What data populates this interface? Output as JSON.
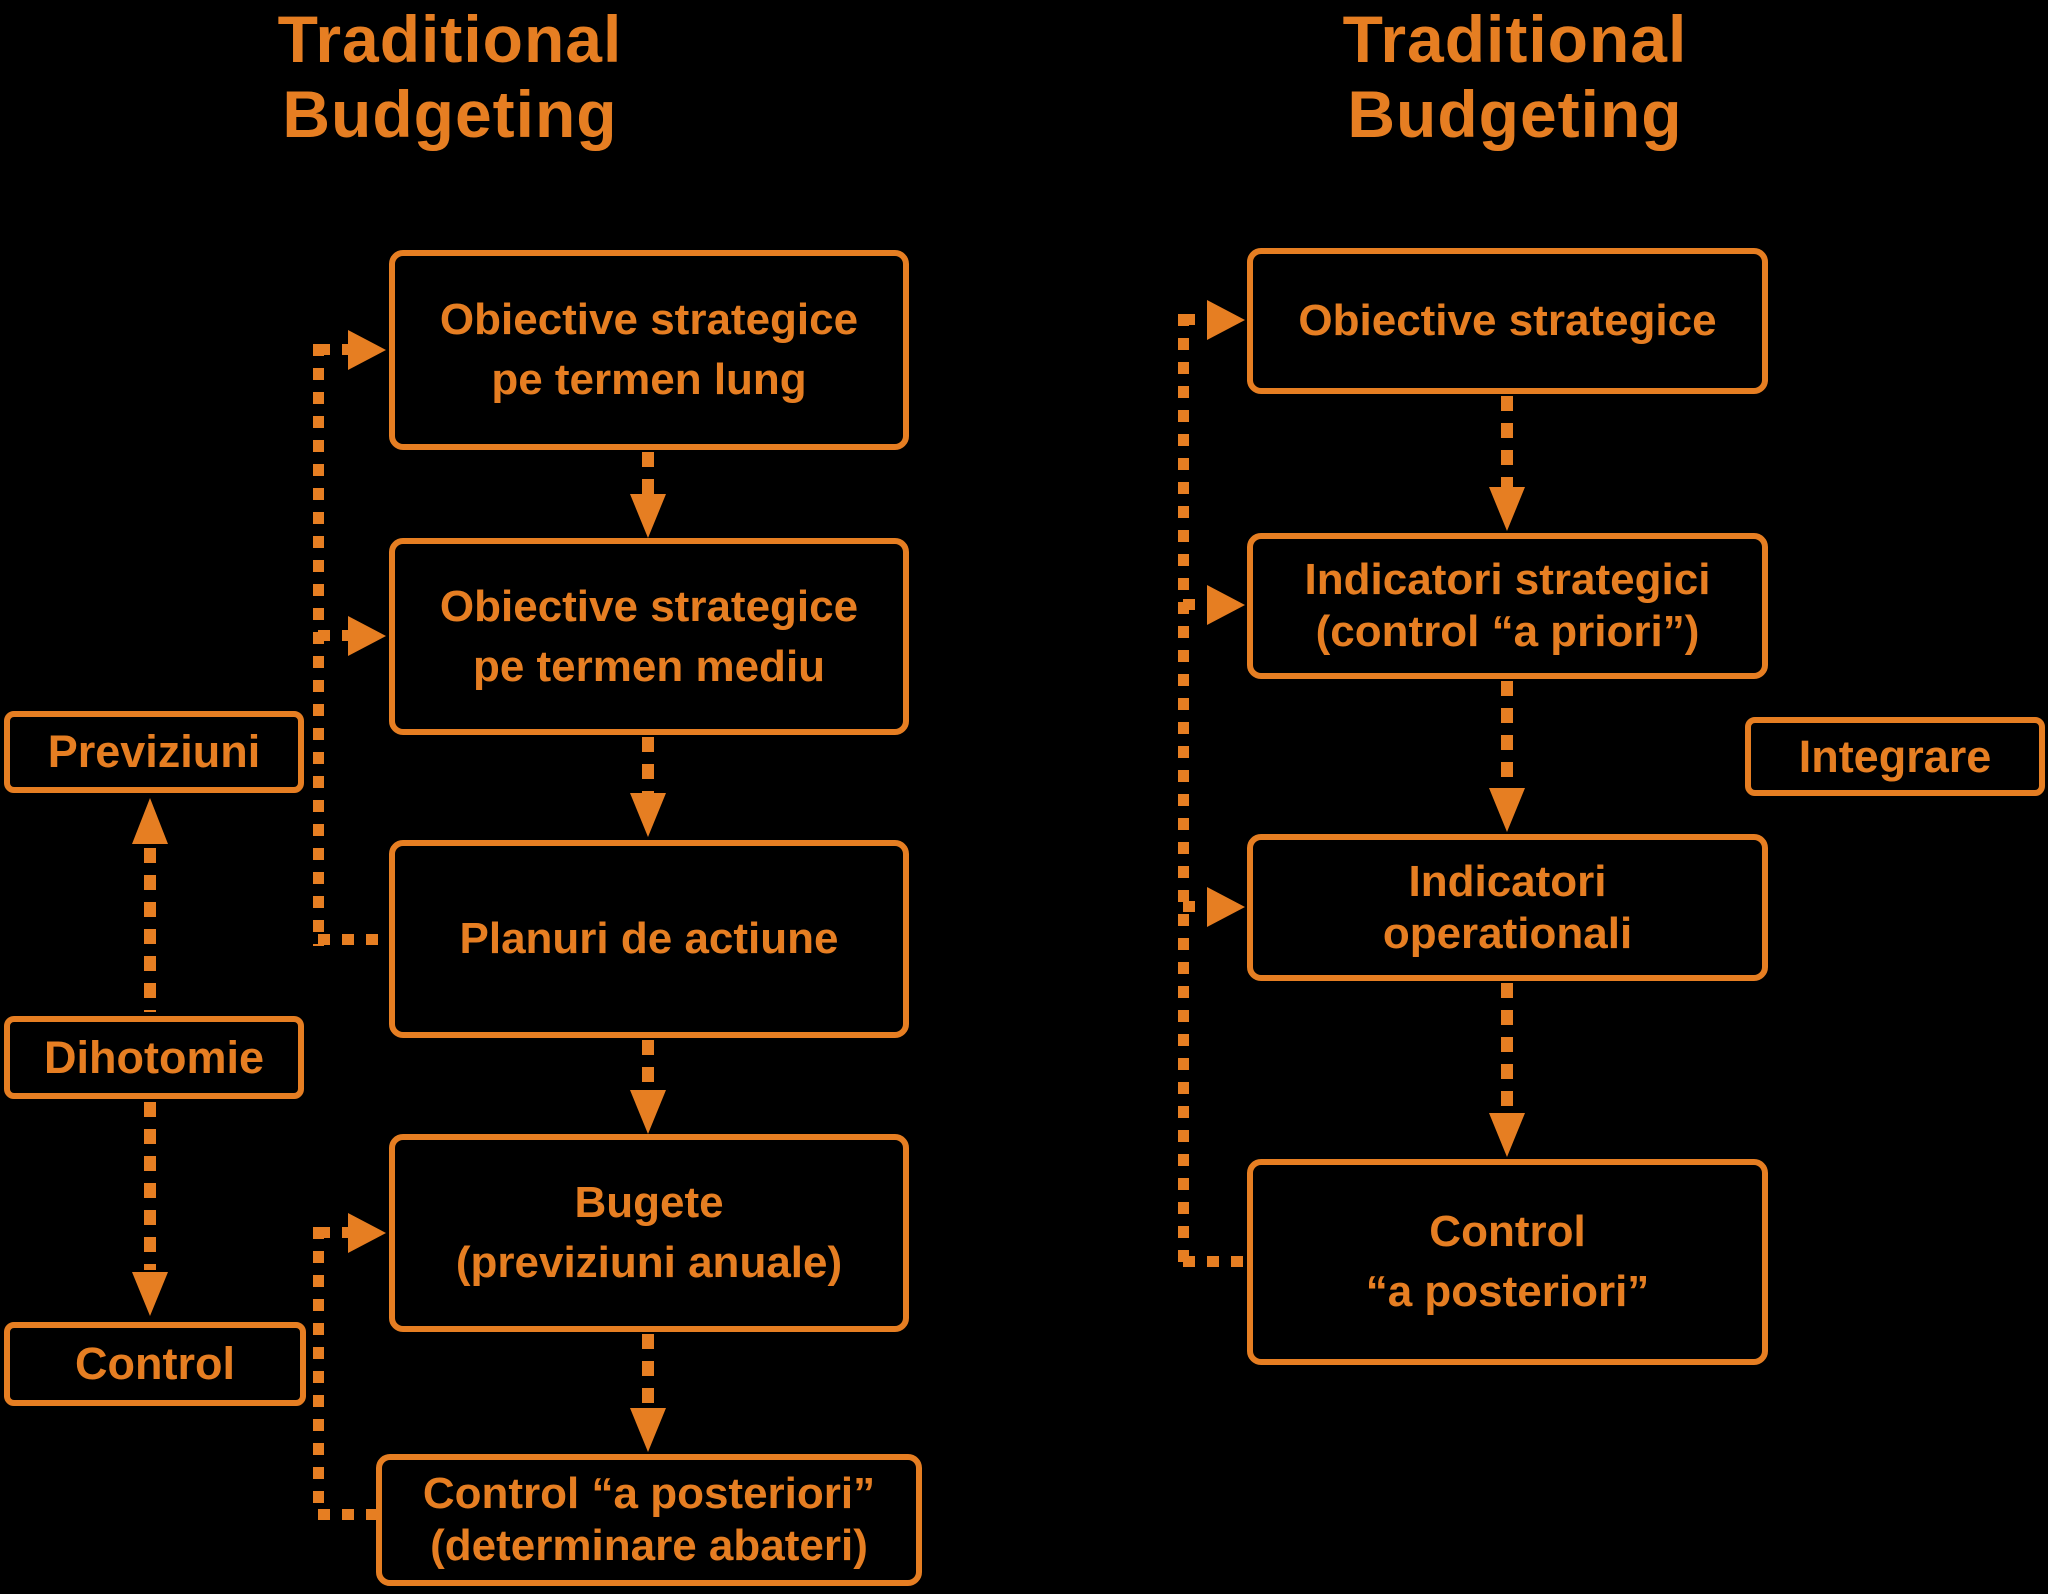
{
  "colors": {
    "accent": "#E67E22",
    "background": "#000000"
  },
  "left_flow": {
    "title": [
      "Traditional",
      "Budgeting"
    ],
    "nodes": {
      "long_term": {
        "lines": [
          "Obiective strategice",
          "pe termen lung"
        ]
      },
      "mid_term": {
        "lines": [
          "Obiective strategice",
          "pe termen mediu"
        ]
      },
      "action_plans": {
        "lines": [
          "Planuri de actiune"
        ]
      },
      "budgets": {
        "lines": [
          "Bugete",
          "(previziuni anuale)"
        ]
      },
      "control_posteriori": {
        "lines": [
          "Control “a posteriori”",
          "(determinare abateri)"
        ]
      }
    },
    "side_labels": {
      "previziuni": "Previziuni",
      "dihotomie": "Dihotomie",
      "control": "Control"
    }
  },
  "right_flow": {
    "title": [
      "Traditional",
      "Budgeting"
    ],
    "nodes": {
      "objectives": {
        "lines": [
          "Obiective strategice"
        ]
      },
      "strategic_indicators": {
        "lines": [
          "Indicatori strategici",
          "(control “a priori”)"
        ]
      },
      "operational_indicators": {
        "lines": [
          "Indicatori",
          "operationali"
        ]
      },
      "control_posteriori": {
        "lines": [
          "Control",
          "“a posteriori”"
        ]
      }
    },
    "side_label": "Integrare"
  }
}
